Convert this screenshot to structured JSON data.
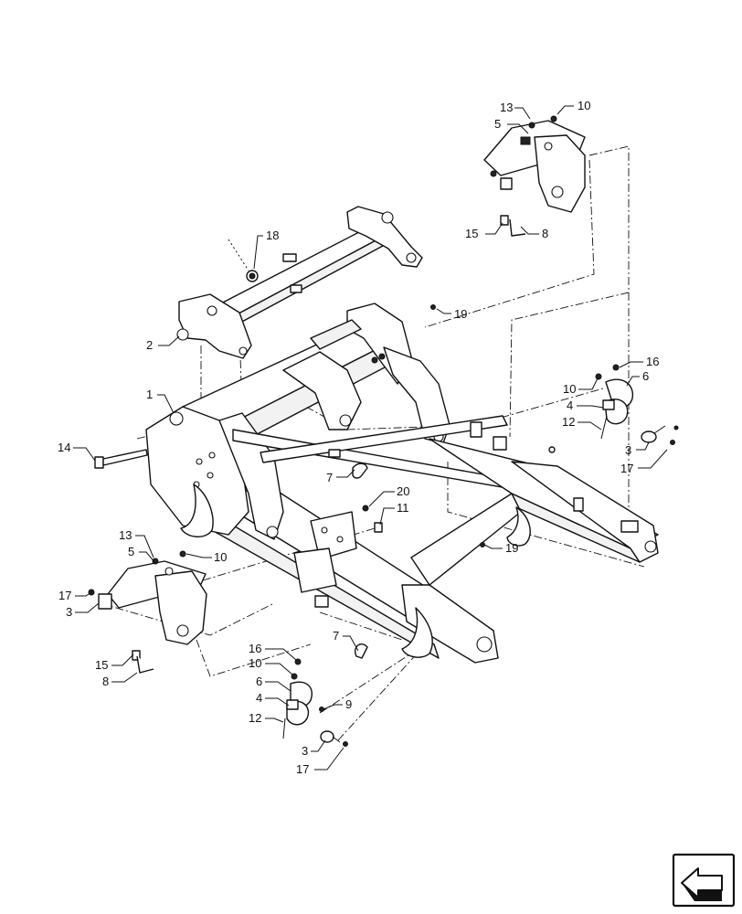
{
  "callouts": {
    "c_13_top": "13",
    "c_10_top": "10",
    "c_5_top": "5",
    "c_15_top": "15",
    "c_8_top": "8",
    "c_18": "18",
    "c_19_top": "19",
    "c_2": "2",
    "c_1": "1",
    "c_14": "14",
    "c_16_right": "16",
    "c_10_right": "10",
    "c_6_right": "6",
    "c_4_right": "4",
    "c_12_right": "12",
    "c_3_right": "3",
    "c_17_right": "17",
    "c_7_mid": "7",
    "c_20": "20",
    "c_11": "11",
    "c_19_mid": "19",
    "c_13_left": "13",
    "c_5_left": "5",
    "c_10_left": "10",
    "c_17_left": "17",
    "c_3_left": "3",
    "c_15_left": "15",
    "c_8_left": "8",
    "c_7_low": "7",
    "c_16_low": "16",
    "c_10_low": "10",
    "c_6_low": "6",
    "c_4_low": "4",
    "c_9": "9",
    "c_12_low": "12",
    "c_3_low": "3",
    "c_17_low": "17"
  },
  "icons": {
    "navigation": "next-page-arrow-icon"
  }
}
